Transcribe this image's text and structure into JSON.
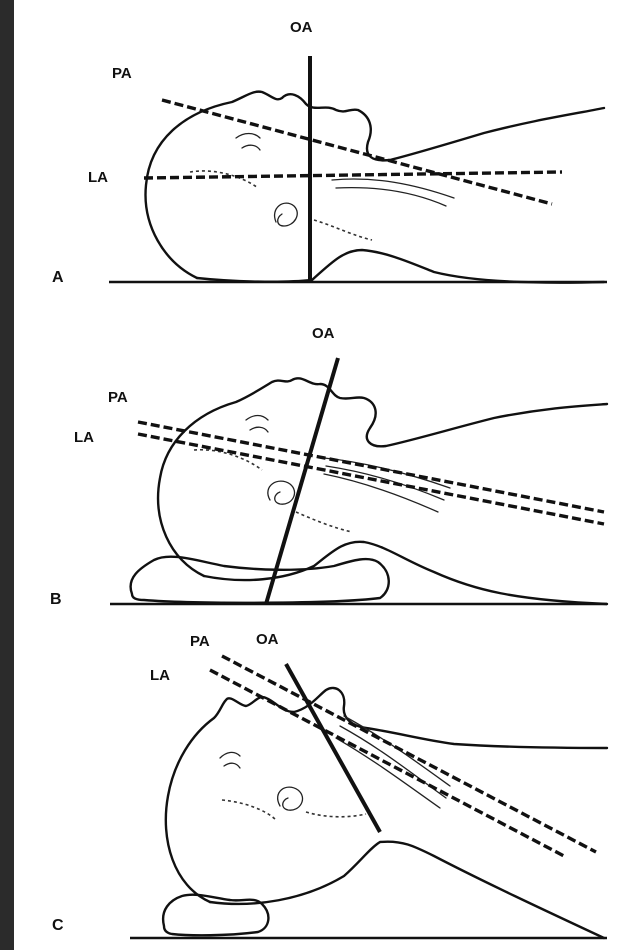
{
  "panels": [
    {
      "id": "A",
      "label": "A",
      "axes": {
        "oa": "OA",
        "pa": "PA",
        "la": "LA"
      }
    },
    {
      "id": "B",
      "label": "B",
      "axes": {
        "oa": "OA",
        "pa": "PA",
        "la": "LA"
      }
    },
    {
      "id": "C",
      "label": "C",
      "axes": {
        "oa": "OA",
        "pa": "PA",
        "la": "LA"
      }
    }
  ],
  "colors": {
    "ink": "#111111",
    "background": "#ffffff",
    "frame": "#2b2b2b"
  }
}
